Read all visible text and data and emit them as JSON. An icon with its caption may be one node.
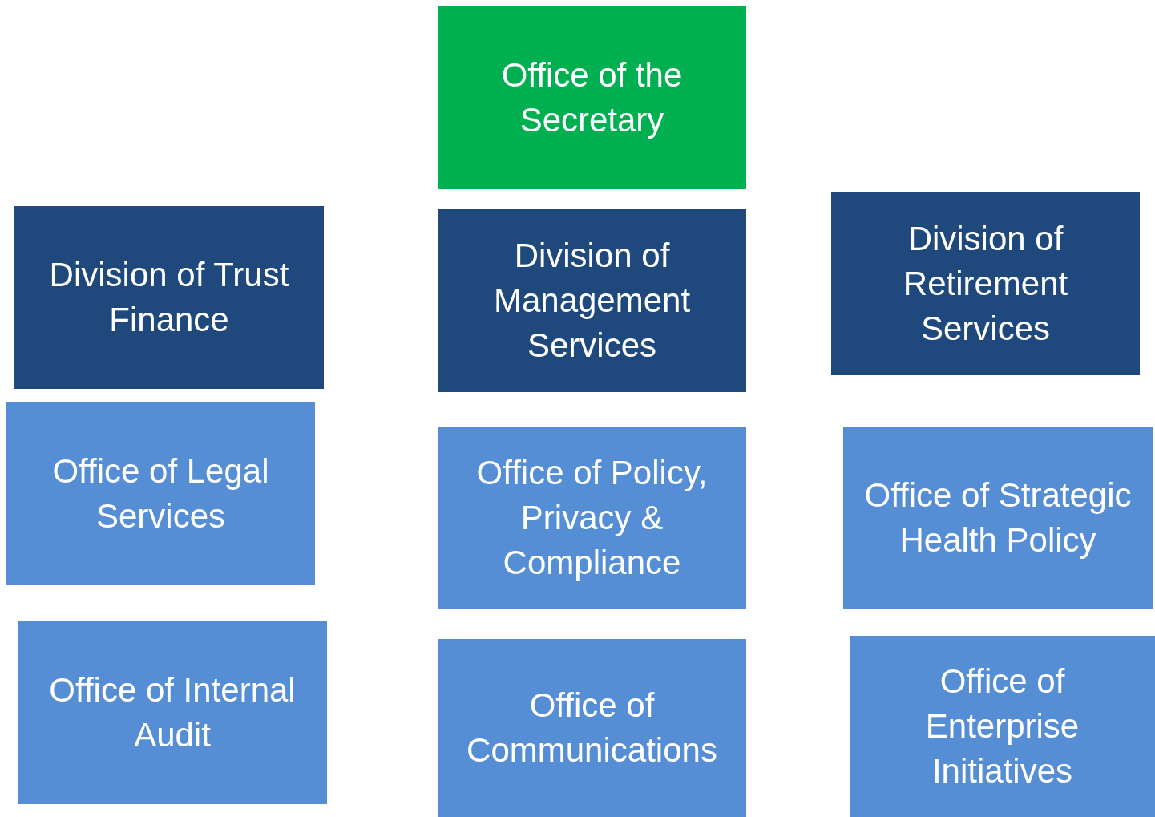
{
  "diagram": {
    "nodes": [
      {
        "text": [
          "Office of the Secretary"
        ]
      },
      {
        "text": [
          "Division of Trust Finance"
        ]
      },
      {
        "text": [
          "Division of Management Services"
        ]
      },
      {
        "text": [
          "Division of Retirement Services"
        ]
      },
      {
        "text": [
          "Office of Legal Services"
        ]
      },
      {
        "text": [
          "Office of Policy, Privacy & Compliance"
        ]
      },
      {
        "text": [
          "Office of Strategic Health Policy"
        ]
      },
      {
        "text": [
          "Office of Internal Audit"
        ]
      },
      {
        "text": [
          "Office of Communications"
        ]
      },
      {
        "text": [
          "Office of Enterprise Initiatives"
        ]
      }
    ],
    "edges": []
  }
}
